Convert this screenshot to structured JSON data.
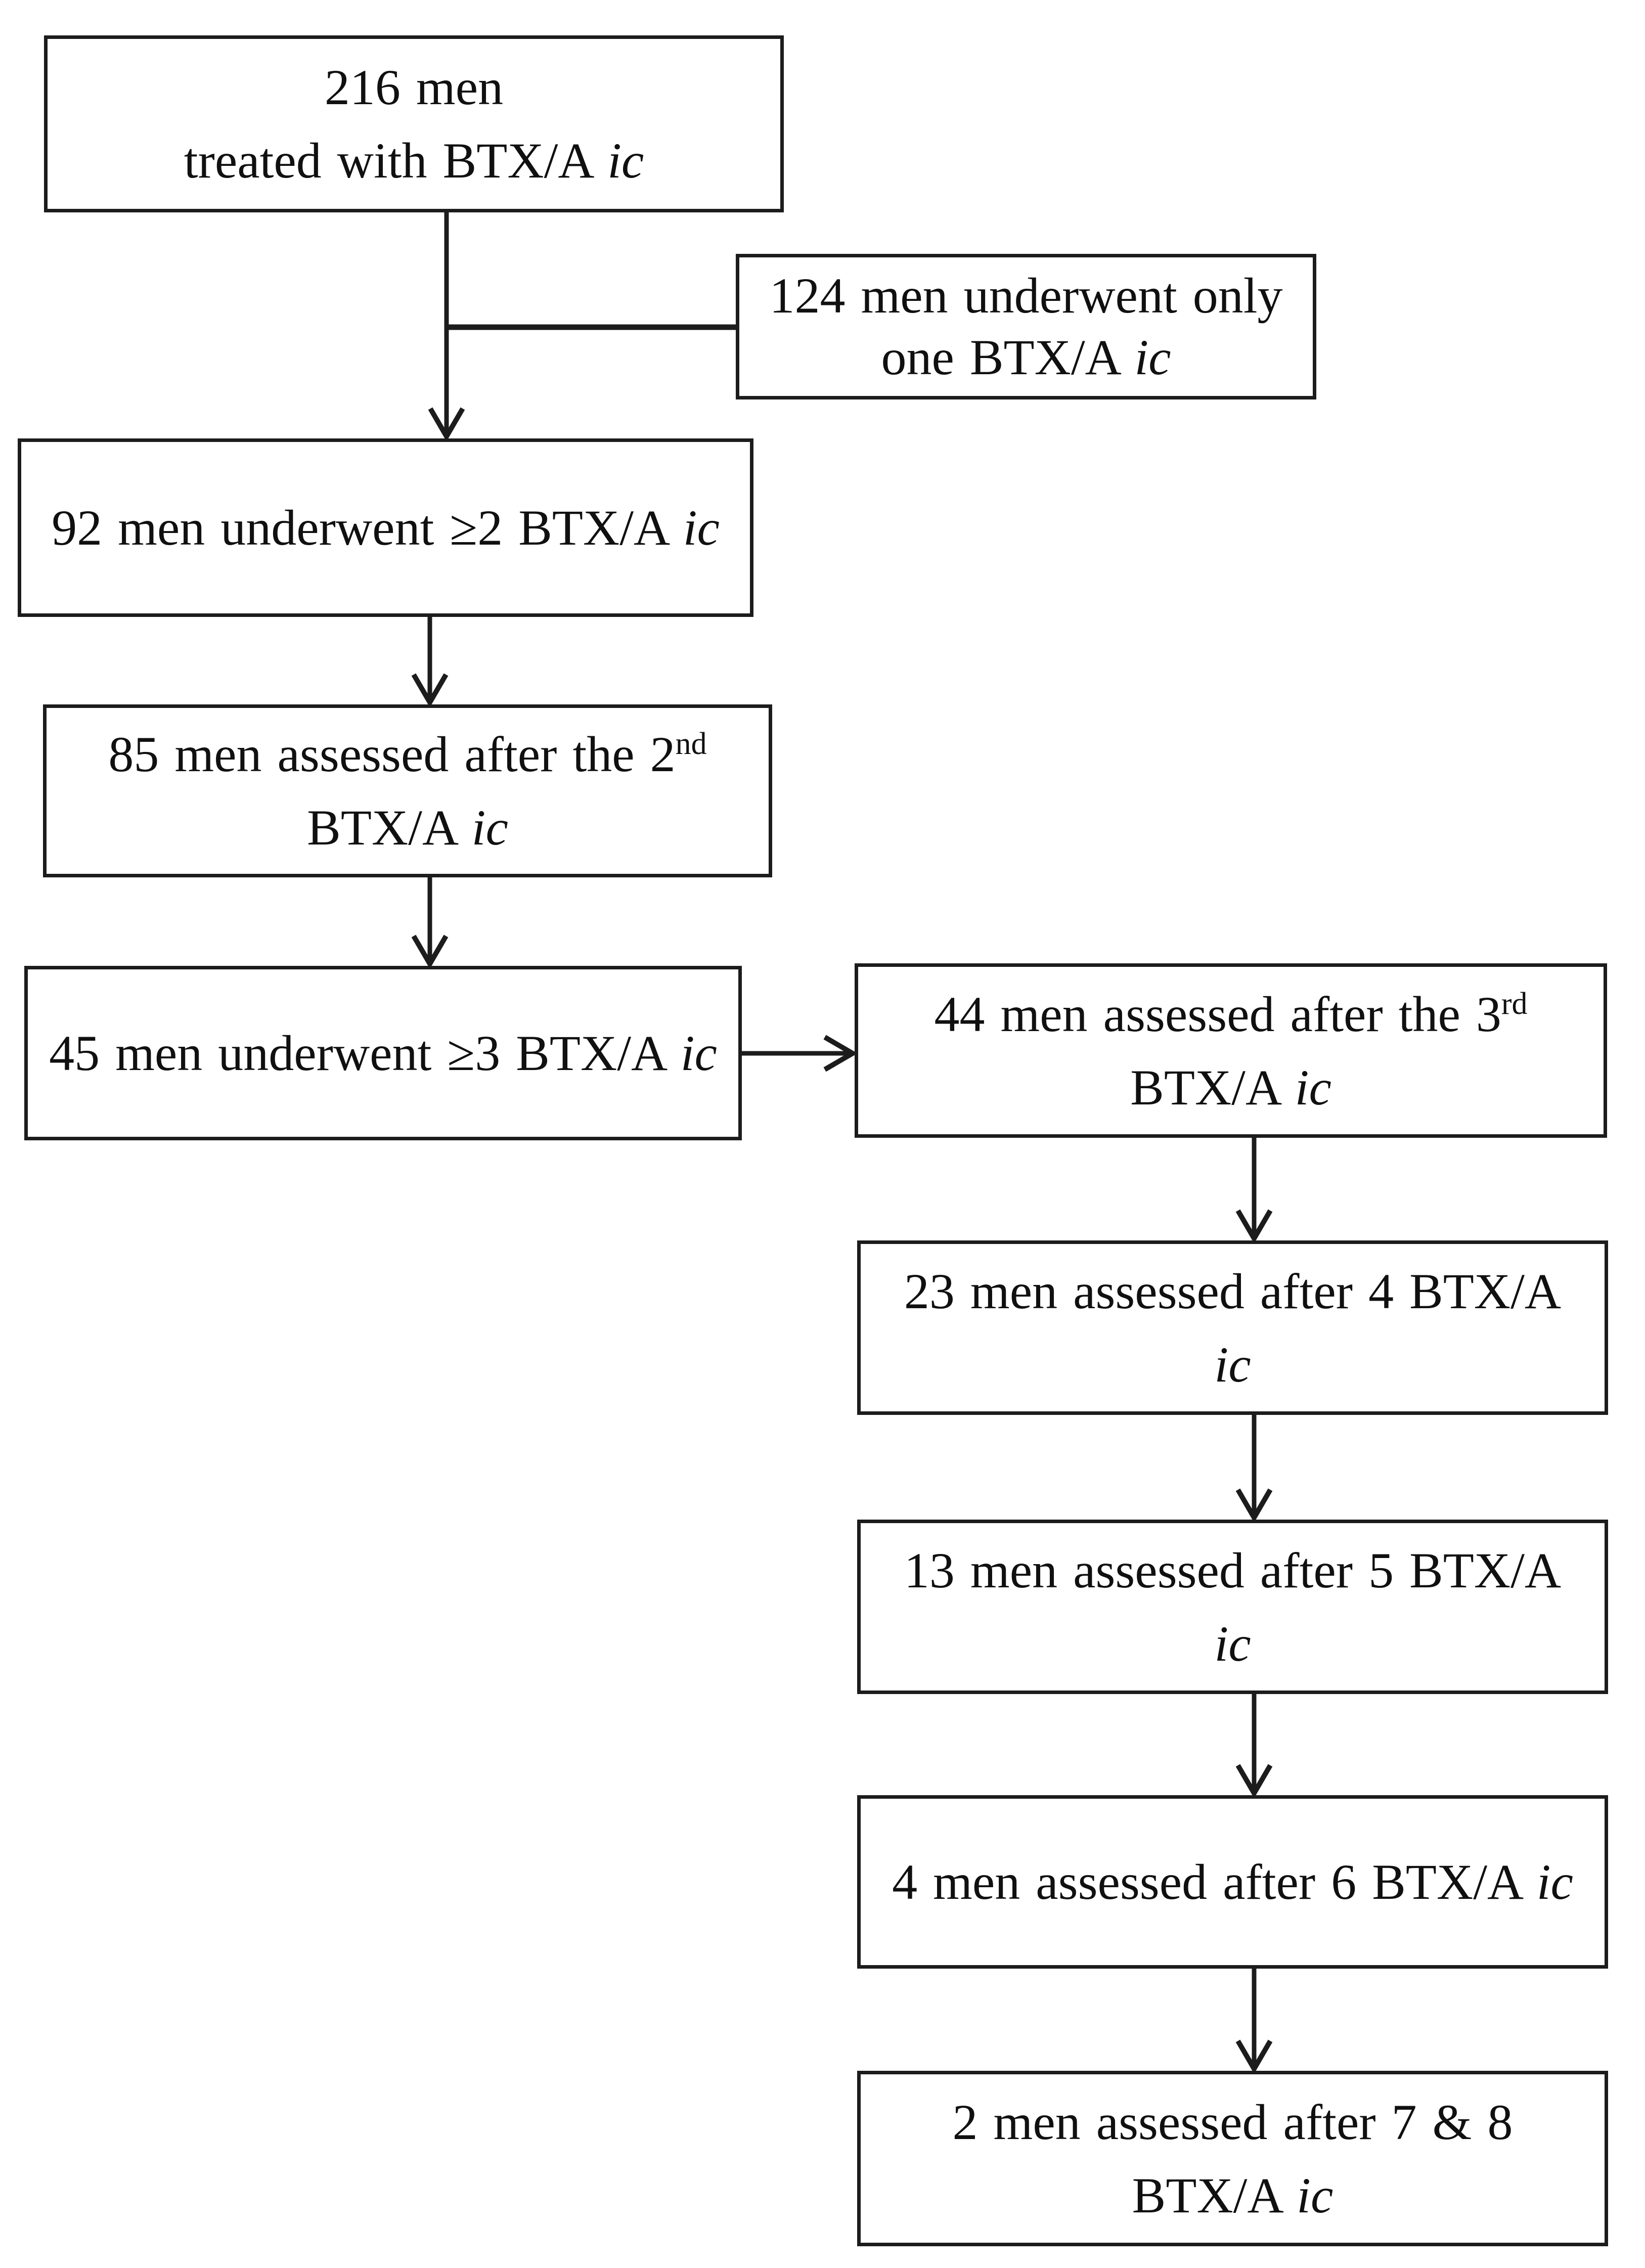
{
  "diagram": {
    "description_colors": {
      "stroke": "#1c1c1c",
      "background": "#ffffff",
      "text": "#101010"
    },
    "nodes": [
      {
        "id": "b216",
        "name": "box-216-men-treated",
        "text": "216 men treated with BTX/A ic",
        "lines": [
          [
            {
              "t": "216 men"
            }
          ],
          [
            {
              "t": "treated with BTX/A "
            },
            {
              "t": "ic",
              "i": true
            }
          ]
        ]
      },
      {
        "id": "b124",
        "name": "box-124-men-only-one",
        "text": "124 men underwent only one BTX/A ic",
        "lines": [
          [
            {
              "t": "124 men underwent only"
            }
          ],
          [
            {
              "t": "one BTX/A "
            },
            {
              "t": "ic",
              "i": true
            }
          ]
        ]
      },
      {
        "id": "b92",
        "name": "box-92-men-ge2",
        "text": "92 men underwent ≥2 BTX/A ic",
        "lines": [
          [
            {
              "t": "92 men underwent ≥2 BTX/A "
            },
            {
              "t": "ic",
              "i": true
            }
          ]
        ]
      },
      {
        "id": "b85",
        "name": "box-85-men-after-2nd",
        "text": "85 men assessed after the 2nd BTX/A ic",
        "lines": [
          [
            {
              "t": "85 men assessed after the 2"
            },
            {
              "t": "nd",
              "sup": true
            }
          ],
          [
            {
              "t": "BTX/A "
            },
            {
              "t": "ic",
              "i": true
            }
          ]
        ]
      },
      {
        "id": "b45",
        "name": "box-45-men-ge3",
        "text": "45 men underwent ≥3 BTX/A ic",
        "lines": [
          [
            {
              "t": "45 men underwent ≥3 BTX/A "
            },
            {
              "t": "ic",
              "i": true
            }
          ]
        ]
      },
      {
        "id": "b44",
        "name": "box-44-men-after-3rd",
        "text": "44 men assessed after the 3rd BTX/A ic",
        "lines": [
          [
            {
              "t": "44 men assessed after the 3"
            },
            {
              "t": "rd",
              "sup": true
            }
          ],
          [
            {
              "t": "BTX/A "
            },
            {
              "t": "ic",
              "i": true
            }
          ]
        ]
      },
      {
        "id": "b23",
        "name": "box-23-men-after-4",
        "text": "23 men assessed after 4 BTX/A ic",
        "lines": [
          [
            {
              "t": "23 men assessed after 4 BTX/A"
            }
          ],
          [
            {
              "t": "ic",
              "i": true
            }
          ]
        ]
      },
      {
        "id": "b13",
        "name": "box-13-men-after-5",
        "text": "13 men assessed after 5 BTX/A ic",
        "lines": [
          [
            {
              "t": "13 men assessed after 5 BTX/A"
            }
          ],
          [
            {
              "t": "ic",
              "i": true
            }
          ]
        ]
      },
      {
        "id": "b4",
        "name": "box-4-men-after-6",
        "text": "4 men assessed after 6 BTX/A ic",
        "lines": [
          [
            {
              "t": "4 men assessed after 6 BTX/A "
            },
            {
              "t": "ic",
              "i": true
            }
          ]
        ]
      },
      {
        "id": "b2",
        "name": "box-2-men-after-7-8",
        "text": "2 men assessed after 7 & 8 BTX/A ic",
        "lines": [
          [
            {
              "t": "2 men assessed after 7 & 8"
            }
          ],
          [
            {
              "t": "BTX/A "
            },
            {
              "t": "ic",
              "i": true
            }
          ]
        ]
      }
    ],
    "edges": [
      {
        "from": "b216",
        "to": "b92",
        "type": "arrow"
      },
      {
        "from": "b216",
        "to": "b124",
        "type": "line"
      },
      {
        "from": "b92",
        "to": "b85",
        "type": "arrow"
      },
      {
        "from": "b85",
        "to": "b45",
        "type": "arrow"
      },
      {
        "from": "b45",
        "to": "b44",
        "type": "arrow"
      },
      {
        "from": "b44",
        "to": "b23",
        "type": "arrow"
      },
      {
        "from": "b23",
        "to": "b13",
        "type": "arrow"
      },
      {
        "from": "b13",
        "to": "b4",
        "type": "arrow"
      },
      {
        "from": "b4",
        "to": "b2",
        "type": "arrow"
      }
    ]
  }
}
